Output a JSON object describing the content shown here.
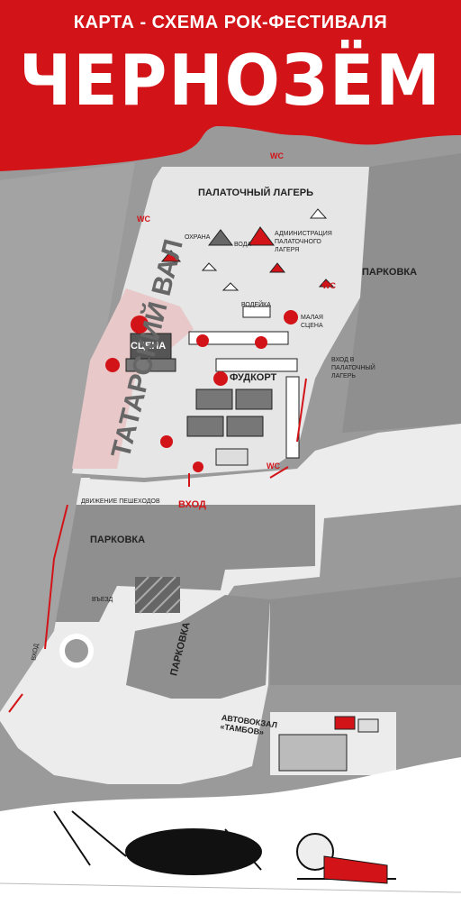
{
  "header": {
    "subtitle": "КАРТА - СХЕМА РОК-ФЕСТИВАЛЯ",
    "title": "ЧЕРНОЗЁМ"
  },
  "labels": {
    "tent_camp": "ПАЛАТОЧНЫЙ ЛАГЕРЬ",
    "security": "ОХРАНА",
    "water": "ВОДА",
    "camp_admin": "АДМИНИСТРАЦИЯ ПАЛАТОЧНОГО ЛАГЕРЯ",
    "parking_right": "ПАРКОВКА",
    "water_tap": "ВОДЕЙКА",
    "small_stage": "МАЛАЯ СЦЕНА",
    "tent_entry": "ВХОД В ПАЛАТОЧНЫЙ ЛАГЕРЬ",
    "stage": "СЦЕНА",
    "foodcourt": "ФУДКОРТ",
    "wc_top": "WC",
    "wc_left": "WC",
    "wc_right": "WC",
    "wc_bottom": "WC",
    "entrance": "ВХОД",
    "pedestrian_traffic": "ДВИЖЕНИЕ ПЕШЕХОДОВ",
    "parking_left": "ПАРКОВКА",
    "tatar_rampart": "ТАТАРСКИЙ ВАЛ",
    "exit": "ВЪЕЗД",
    "entry_road": "ВХОД",
    "parking_center": "ПАРКОВКА",
    "bus_station": "АВТОВОКЗАЛ «ТАМБОВ»"
  },
  "colors": {
    "accent": "#d21419",
    "ground": "#9a9a9a",
    "road": "#ececec",
    "venue": "#e6e6e6",
    "backstage": "#e8c8c8"
  },
  "icons": [
    "tent-icon",
    "bus-icon",
    "speaker-icon",
    "arrow-icon",
    "building-icon"
  ]
}
